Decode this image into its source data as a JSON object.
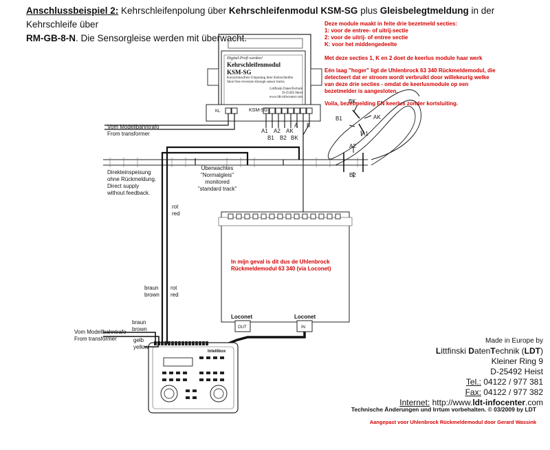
{
  "header": {
    "lead": "Anschlussbeispiel 2:",
    "t1": " Kehrschleifenpolung über ",
    "b1": "Kehrschleifenmodul KSM-SG",
    "t2": " plus ",
    "b2": "Gleisbelegtmeldung",
    "t3": " in der Kehrschleife über",
    "b3": "RM-GB-8-N",
    "t4": ". Die Sensorgleise werden mit überwacht."
  },
  "notes": {
    "n1": "Deze module maakt in feite drie bezetmeld secties:",
    "n2": "1: voor de entree- of uitrij-sectie",
    "n3": "2: voor de uitrij- of entree sectie",
    "n4": "K: voor het middengedeelte",
    "n5": "Met deze secties 1, K en 2 doet de keerlus module haar werk",
    "n6": "Eén laag \"hoger\" ligt de Uhlenbrock 63 340 Rückmeldemodul, die",
    "n7": "detecteert dat er stroom wordt verbruikt door willekeurig welke",
    "n8": "van deze drie secties - omdat de keerlusmodule op een",
    "n9": "bezetmelder is aangesloten.",
    "n10": "Voila, bezetmelding EN keerlus zonder kortsluiting.",
    "uhlen1": "In mijn geval is dit dus de Uhlenbrock",
    "uhlen2": "Rückmeldemodul 63 340 (via Loconet)",
    "footer": "Aangepast voor Uhlenbrock Rückmeldemodul door Gerard Wassink"
  },
  "ksm": {
    "label_top1": "Digital-Profi werden!",
    "label_top2": "Kehrschleifenmodul",
    "label_top3": "KSM-SG",
    "label_sub1": "Kurzschlussfreie Umpolung ihrer Kehrschleifen",
    "label_sub2": "Short free reversion through sensor tracks",
    "label_maker1": "Littfinski DatenTechnik",
    "label_maker2": "D-25492 Heist",
    "label_maker3": "www.ldt-infocenter.com",
    "tag": "KSM-SG",
    "kl": "KL",
    "terms": [
      "A1",
      "A2",
      "AK",
      "A",
      "B"
    ],
    "terms2": [
      "B1",
      "B2",
      "BK"
    ],
    "bk": "BK",
    "b1": "B1",
    "a1": "A1",
    "ak": "AK",
    "a2": "A2",
    "b2": "B2"
  },
  "labels": {
    "trafo1a": "Vom Modellbahntrafo",
    "trafo1b": "From transformer",
    "direct1": "Direkteinspeisung",
    "direct2": "ohne Rückmeldung.",
    "direct3": "Direct supply",
    "direct4": "without feedback.",
    "watch1": "Überwachtes",
    "watch2": "\"Normalgleis\"",
    "watch3": "monitored",
    "watch4": "\"standard track\"",
    "rot1": "rot",
    "red1": "red",
    "braun1": "braun",
    "brown1": "brown",
    "rot2": "rot",
    "red2": "red",
    "braun2": "braun",
    "brown2": "brown",
    "trafo2a": "Vom Modellbahntrafo",
    "trafo2b": "From transformer",
    "gelb": "gelb",
    "yellow": "yellow",
    "loconet1": "Loconet",
    "loconet2": "Loconet",
    "out": "OUT",
    "in": "IN",
    "intellibox": "Intellibox"
  },
  "ldt": {
    "made": "Made in Europe by",
    "name_a": "L",
    "name_b": "ittfinski ",
    "name_c": "D",
    "name_d": "aten",
    "name_e": "T",
    "name_f": "echnik (",
    "name_g": "LDT",
    "name_h": ")",
    "street": "Kleiner Ring 9",
    "city": "D-25492 Heist",
    "tel_l": "Tel.:",
    "tel": " 04122 / 977 381",
    "fax_l": "Fax:",
    "fax": " 04122 / 977 382",
    "inet_l": "Internet:",
    "inet": " http://www.",
    "inet_b": "ldt-infocenter",
    "inet_c": ".com",
    "tech": "Technische Änderungen und Irrtum vorbehalten. © 03/2009 by LDT"
  }
}
